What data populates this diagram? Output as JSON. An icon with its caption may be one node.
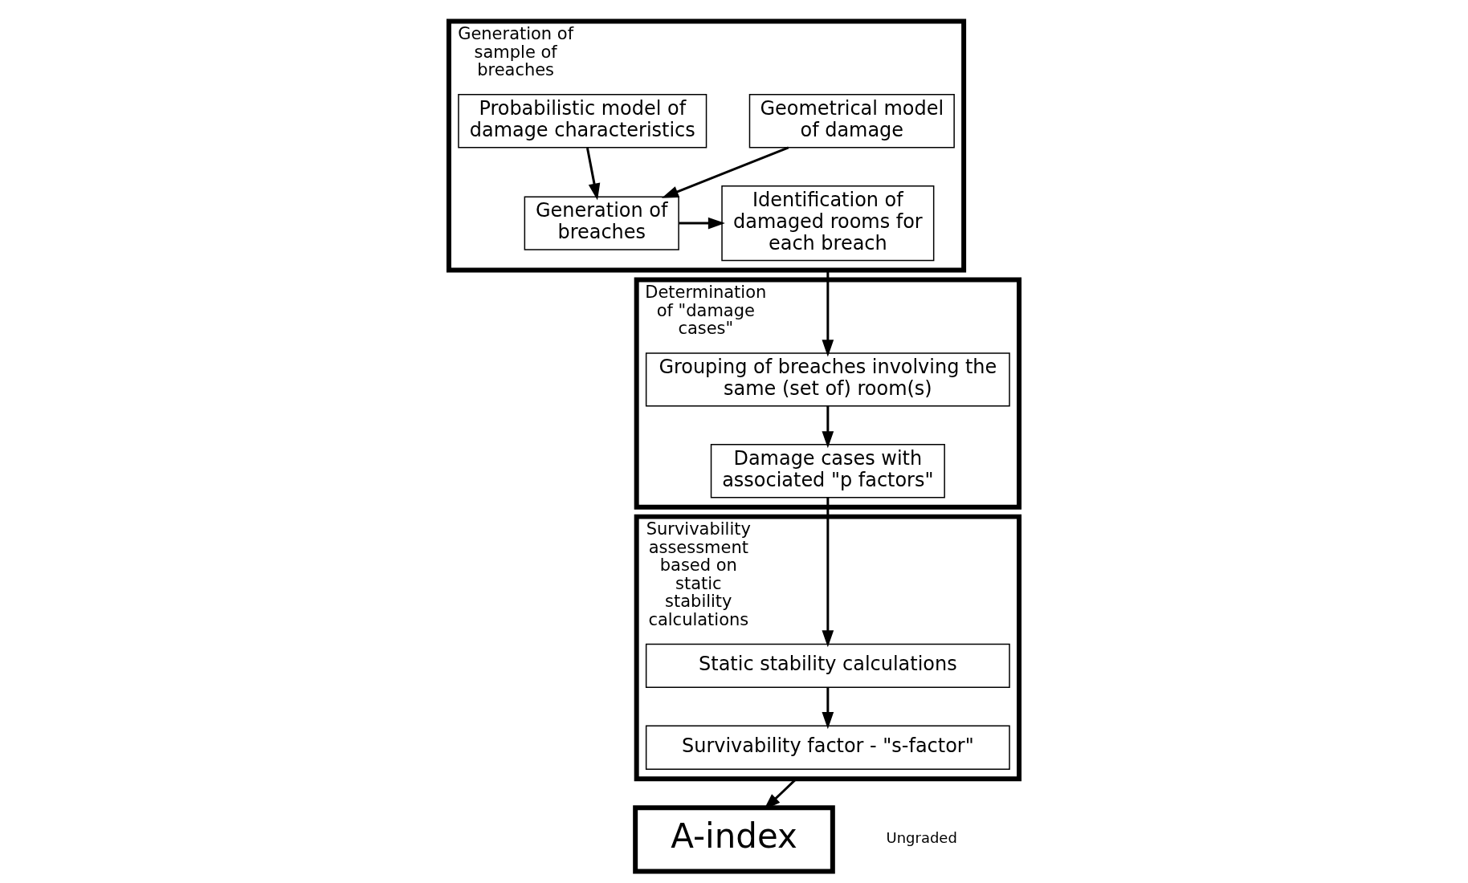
{
  "diagram": {
    "nodes": [
      {
        "text": [
          "Generation of sample of breaches"
        ]
      },
      {
        "text": [
          "Geometrical model of damage"
        ],
        "in": 0
      },
      {
        "text": [
          "Probabilistic model of damage characteristics"
        ],
        "in": 0
      },
      {
        "text": [
          "Generation of breaches"
        ],
        "in": 0
      },
      {
        "text": [
          "Identification of damaged rooms for each breach"
        ],
        "in": 0
      },
      {
        "text": [
          "Determination of \"damage cases\""
        ]
      },
      {
        "text": [
          "Grouping of breaches involving the same (set of) room(s)"
        ],
        "in": 5
      },
      {
        "text": [
          "Damage cases with associated \"p factors\""
        ],
        "in": 5
      },
      {
        "text": [
          "Survivability assessment based on static stability calculations"
        ]
      },
      {
        "text": [
          "Static stability calculations"
        ],
        "in": 8
      },
      {
        "text": [
          "Survivability factor - \"s-factor\""
        ],
        "in": 8
      },
      {
        "text": [
          "A-index"
        ]
      }
    ],
    "edges": [
      {
        "from": 1,
        "to": 3,
        "arrow": "to"
      },
      {
        "from": 2,
        "to": 3,
        "arrow": "to"
      },
      {
        "from": 3,
        "to": 4,
        "arrow": "to"
      },
      {
        "from": 0,
        "to": 6,
        "arrow": "to"
      },
      {
        "from": 6,
        "to": 7,
        "arrow": "to"
      },
      {
        "from": 7,
        "to": 9,
        "arrow": "to"
      },
      {
        "from": 9,
        "to": 10,
        "arrow": "to"
      },
      {
        "from": 8,
        "to": 11,
        "arrow": "to"
      }
    ],
    "labels": [
      "Ungraded"
    ]
  }
}
